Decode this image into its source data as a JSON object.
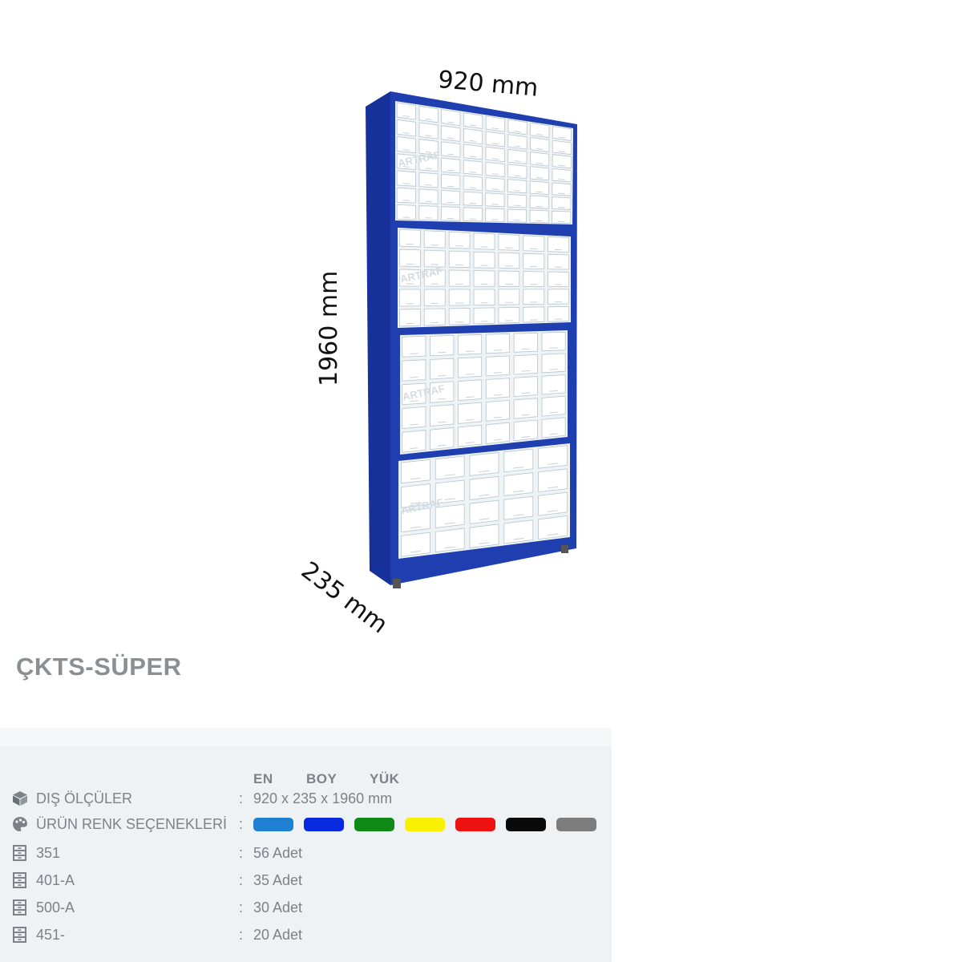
{
  "figure": {
    "width_label": "920 mm",
    "height_label": "1960 mm",
    "depth_label": "235 mm",
    "frame_color": "#1f3fb0",
    "watermark": "ARTRAF"
  },
  "product": {
    "title": "ÇKTS-SÜPER"
  },
  "specs": {
    "column_headers": [
      "EN",
      "BOY",
      "YÜK"
    ],
    "rows": [
      {
        "icon": "box-icon",
        "label": "DIŞ ÖLÇÜLER",
        "value": "920 x 235 x 1960 mm"
      },
      {
        "icon": "palette-icon",
        "label": "ÜRÜN RENK SEÇENEKLERİ",
        "value": ""
      },
      {
        "icon": "drawer-icon",
        "label": "351",
        "value": "56 Adet"
      },
      {
        "icon": "drawer-icon",
        "label": "401-A",
        "value": "35 Adet"
      },
      {
        "icon": "drawer-icon",
        "label": "500-A",
        "value": "30 Adet"
      },
      {
        "icon": "drawer-icon",
        "label": "451-",
        "value": "20 Adet"
      }
    ],
    "color_options": [
      "#1f7fd0",
      "#0a2ae0",
      "#0f8a16",
      "#f7f100",
      "#ee1111",
      "#0a0a0a",
      "#7d7d7d"
    ]
  }
}
